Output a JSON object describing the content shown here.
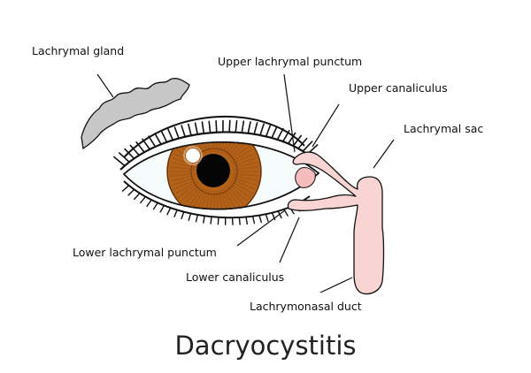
{
  "title": "Dacryocystitis",
  "labels": {
    "lachrymal_gland": "Lachrymal gland",
    "upper_punctum": "Upper lachrymal punctum",
    "upper_canaliculus": "Upper canaliculus",
    "lachrymal_sac": "Lachrymal sac",
    "lower_punctum": "Lower lachrymal punctum",
    "lower_canaliculus": "Lower canaliculus",
    "nasal_duct": "Lachrymonasal duct"
  },
  "colors": {
    "iris": "#b3621a",
    "iris_dark": "#7a3c0a",
    "pupil": "#050505",
    "sclera": "#f6fbfc",
    "gland": "#c7c7c7",
    "duct": "#f8d4d2",
    "outline": "#111111"
  }
}
